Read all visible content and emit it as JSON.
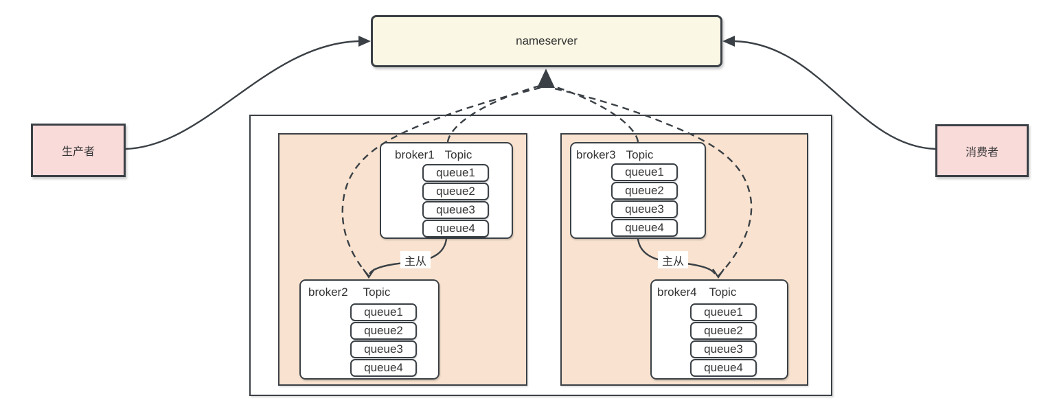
{
  "nameserver_label": "nameserver",
  "producer_label": "生产者",
  "consumer_label": "消费者",
  "master_slave_label": "主从",
  "brokers": {
    "b1": {
      "name": "broker1",
      "topic": "Topic",
      "queues": [
        "queue1",
        "queue2",
        "queue3",
        "queue4"
      ]
    },
    "b2": {
      "name": "broker2",
      "topic": "Topic",
      "queues": [
        "queue1",
        "queue2",
        "queue3",
        "queue4"
      ]
    },
    "b3": {
      "name": "broker3",
      "topic": "Topic",
      "queues": [
        "queue1",
        "queue2",
        "queue3",
        "queue4"
      ]
    },
    "b4": {
      "name": "broker4",
      "topic": "Topic",
      "queues": [
        "queue1",
        "queue2",
        "queue3",
        "queue4"
      ]
    }
  },
  "colors": {
    "line": "#3a4045",
    "nameserver_fill": "#faf7e4",
    "endpoint_fill": "#f9dbda",
    "cluster_fill": "#f9e3d0",
    "broker_fill": "#ffffff"
  }
}
